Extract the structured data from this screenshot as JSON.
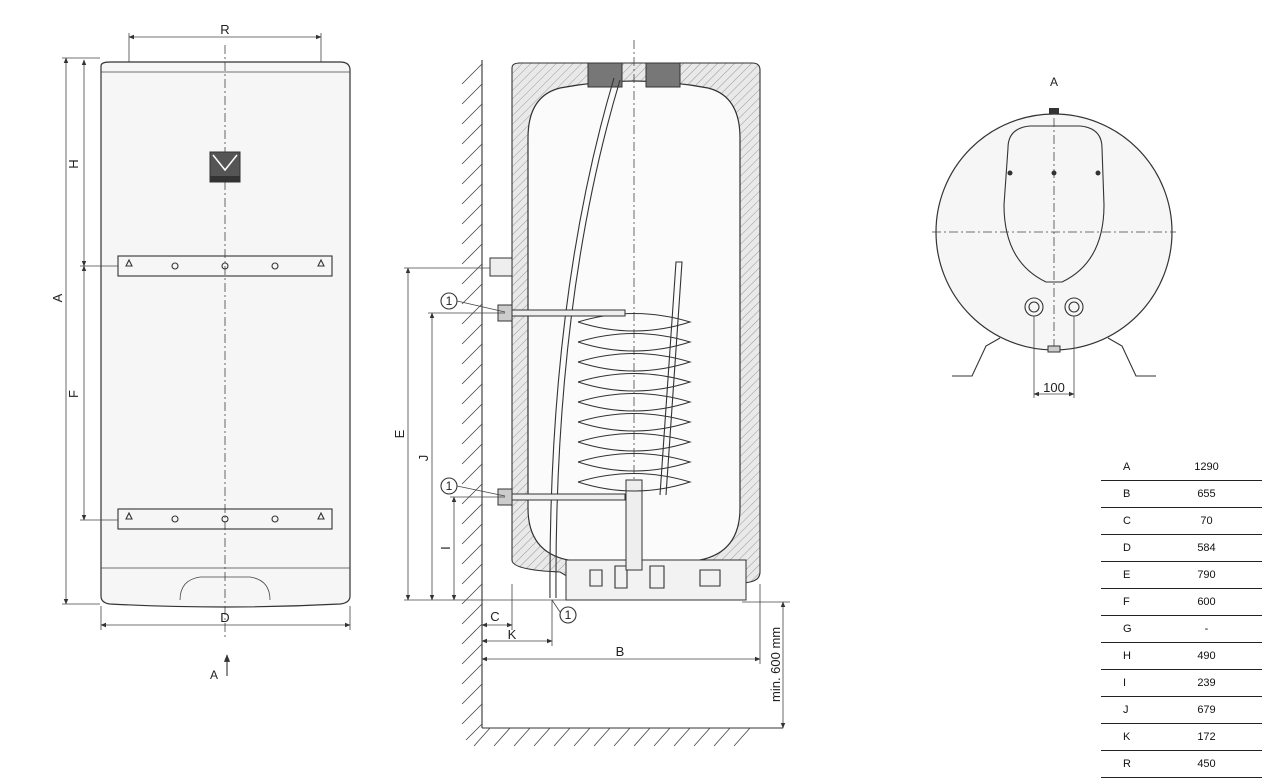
{
  "front_view": {
    "dim_R": "R",
    "dim_H": "H",
    "dim_A": "A",
    "dim_F": "F",
    "dim_D": "D",
    "view_arrow": "A"
  },
  "side_view": {
    "dim_E": "E",
    "dim_J": "J",
    "dim_I": "I",
    "dim_C": "C",
    "dim_K": "K",
    "dim_B": "B",
    "min_clearance": "min. 600 mm",
    "marker": "1"
  },
  "top_view": {
    "view_label": "A",
    "pipe_spacing": "100"
  },
  "dimensions_table": [
    {
      "key": "A",
      "value": "1290"
    },
    {
      "key": "B",
      "value": "655"
    },
    {
      "key": "C",
      "value": "70"
    },
    {
      "key": "D",
      "value": "584"
    },
    {
      "key": "E",
      "value": "790"
    },
    {
      "key": "F",
      "value": "600"
    },
    {
      "key": "G",
      "value": "-"
    },
    {
      "key": "H",
      "value": "490"
    },
    {
      "key": "I",
      "value": "239"
    },
    {
      "key": "J",
      "value": "679"
    },
    {
      "key": "K",
      "value": "172"
    },
    {
      "key": "R",
      "value": "450"
    }
  ]
}
